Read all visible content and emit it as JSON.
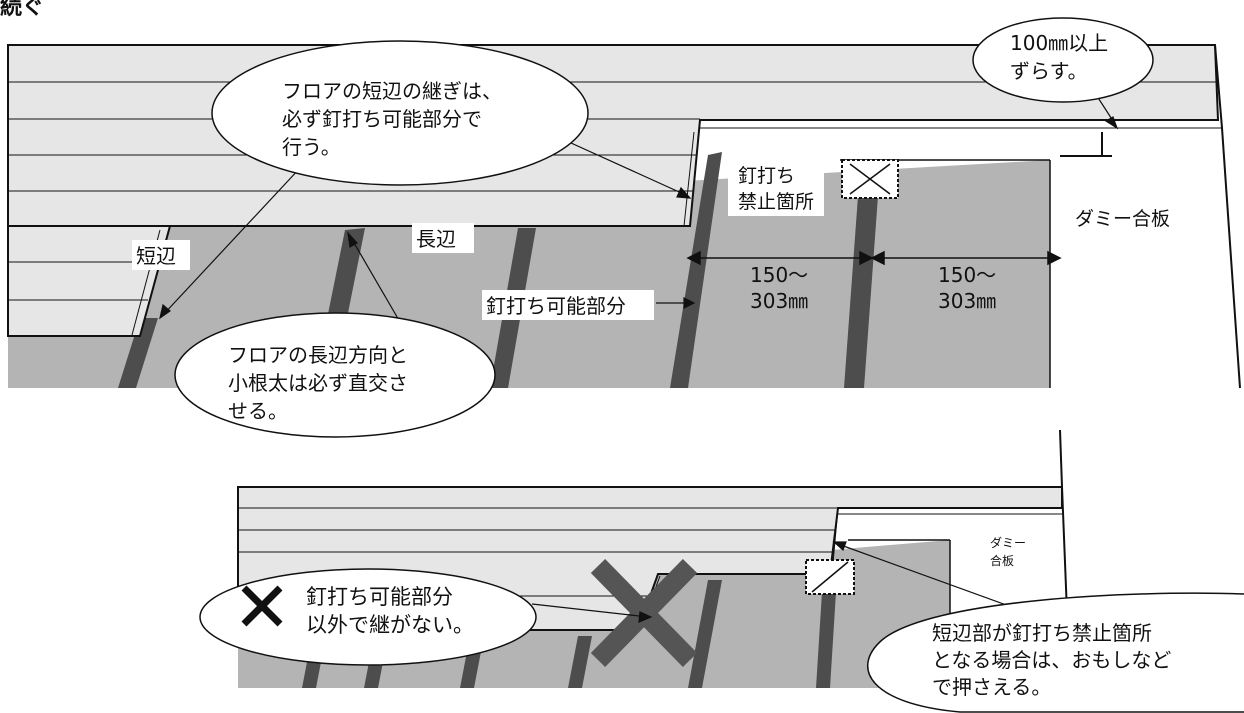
{
  "header_partial": "続ぐ",
  "upper": {
    "callout_joint": [
      "フロアの短辺の継ぎは、",
      "必ず釘打ち可能部分で",
      "行う。"
    ],
    "callout_offset": [
      "100㎜以上",
      "ずらす。"
    ],
    "callout_direction": [
      "フロアの長辺方向と",
      "小根太は必ず直交さ",
      "せる。"
    ],
    "label_short_edge": "短辺",
    "label_long_edge": "長辺",
    "label_no_nail": [
      "釘打ち",
      "禁止箇所"
    ],
    "label_nailable": "釘打ち可能部分",
    "label_dummy": "ダミー合板",
    "span_left": [
      "150～",
      "303㎜"
    ],
    "span_right": [
      "150～",
      "303㎜"
    ]
  },
  "lower": {
    "label_dummy": [
      "ダミー",
      "合板"
    ],
    "callout_ng": [
      "釘打ち可能部分",
      "以外で継がない。"
    ],
    "callout_press": [
      "短辺部が釘打ち禁止箇所",
      "となる場合は、おもしなど",
      "で押さえる。"
    ]
  },
  "colors": {
    "floor": "#e6e6e6",
    "subfloor": "#b4b4b4",
    "joist": "#4d4d4d",
    "dummy": "#ffffff",
    "ng_mark": "#555555"
  }
}
